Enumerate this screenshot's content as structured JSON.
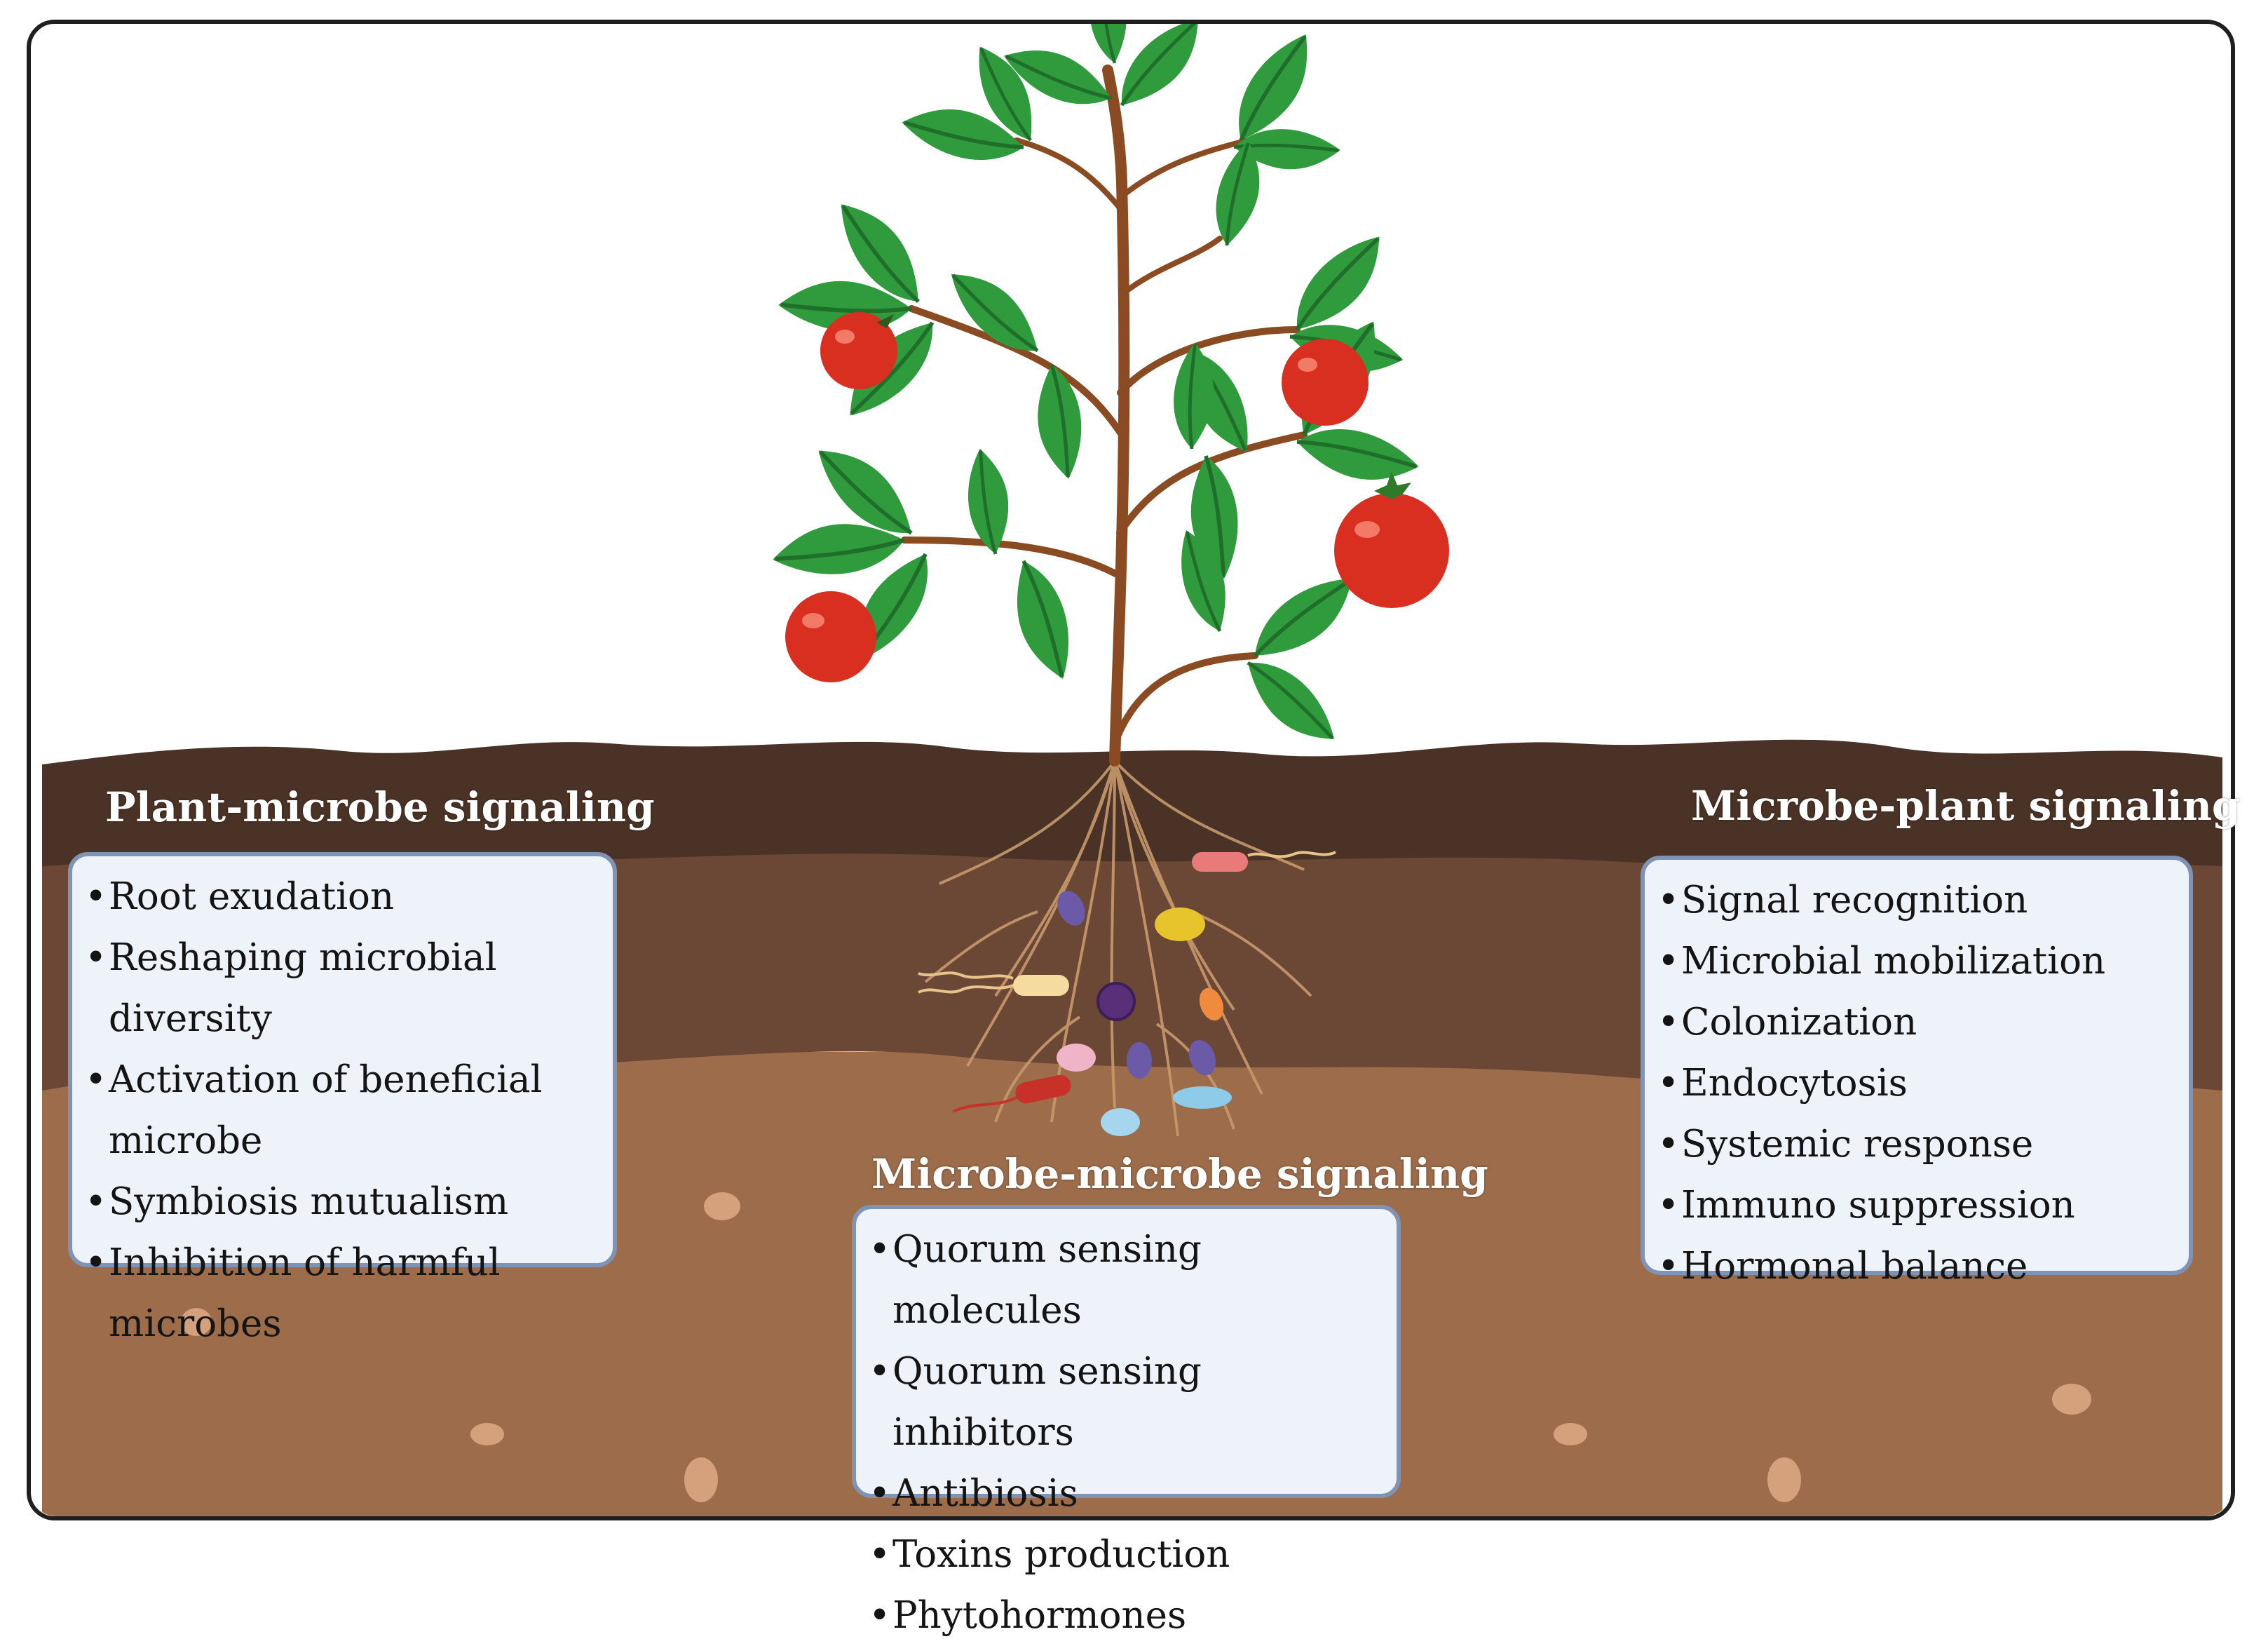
{
  "panels": {
    "plant_microbe": {
      "title": "Plant-microbe signaling",
      "items": [
        "Root exudation",
        "Reshaping microbial diversity",
        "Activation of beneficial microbe",
        "Symbiosis mutualism",
        "Inhibition of harmful microbes"
      ]
    },
    "microbe_plant": {
      "title": "Microbe-plant signaling",
      "items": [
        "Signal recognition",
        "Microbial mobilization",
        "Colonization",
        "Endocytosis",
        "Systemic response",
        "Immuno suppression",
        "Hormonal balance"
      ]
    },
    "microbe_microbe": {
      "title": "Microbe-microbe signaling",
      "items": [
        "Quorum sensing molecules",
        "Quorum sensing inhibitors",
        "Antibiosis",
        "Toxins production",
        "Phytohormones"
      ]
    }
  },
  "colors": {
    "soil_top": "#4a3226",
    "soil_mid": "#6b4735",
    "soil_bottom": "#9c6c4b",
    "box_fill": "#eef3fa",
    "box_border": "#7f93b4",
    "leaf": "#2f9b3c",
    "stem": "#8a4b22",
    "tomato": "#d92f20"
  },
  "icons": [
    "tomato-plant-illustration",
    "root-system-illustration",
    "microbe-cells-illustration",
    "soil-layers-illustration"
  ]
}
